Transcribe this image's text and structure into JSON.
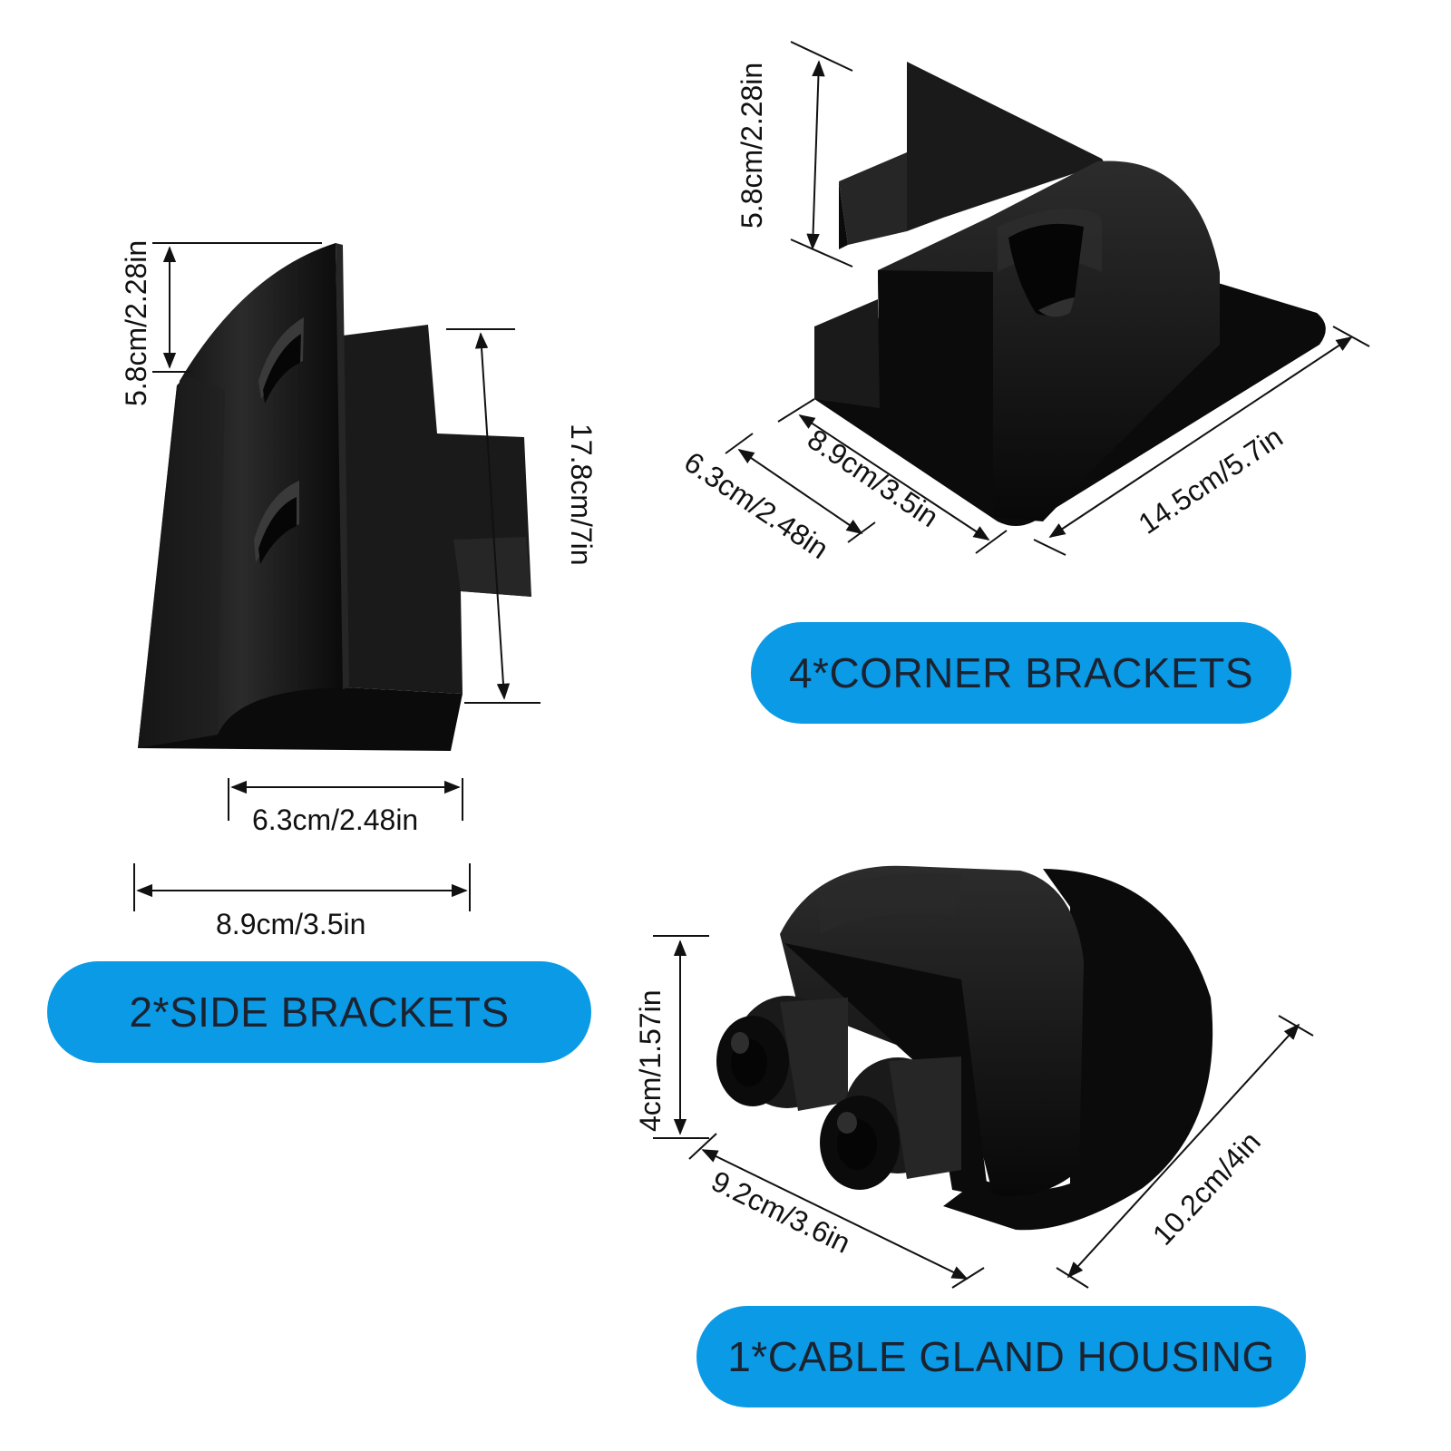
{
  "products": {
    "side": {
      "label": "2*SIDE BRACKETS",
      "dims": {
        "height": "5.8cm/2.28in",
        "length": "17.8cm/7in",
        "base_width": "6.3cm/2.48in",
        "total_width": "8.9cm/3.5in"
      }
    },
    "corner": {
      "label": "4*CORNER BRACKETS",
      "dims": {
        "height": "5.8cm/2.28in",
        "depth_a": "8.9cm/3.5in",
        "depth_b": "6.3cm/2.48in",
        "length": "14.5cm/5.7in"
      }
    },
    "gland": {
      "label": "1*CABLE GLAND HOUSING",
      "dims": {
        "height": "4cm/1.57in",
        "width": "9.2cm/3.6in",
        "length": "10.2cm/4in"
      }
    }
  },
  "colors": {
    "badge": "#0a9ae6",
    "product": "#0b0b0b",
    "text": "#1b2330"
  }
}
